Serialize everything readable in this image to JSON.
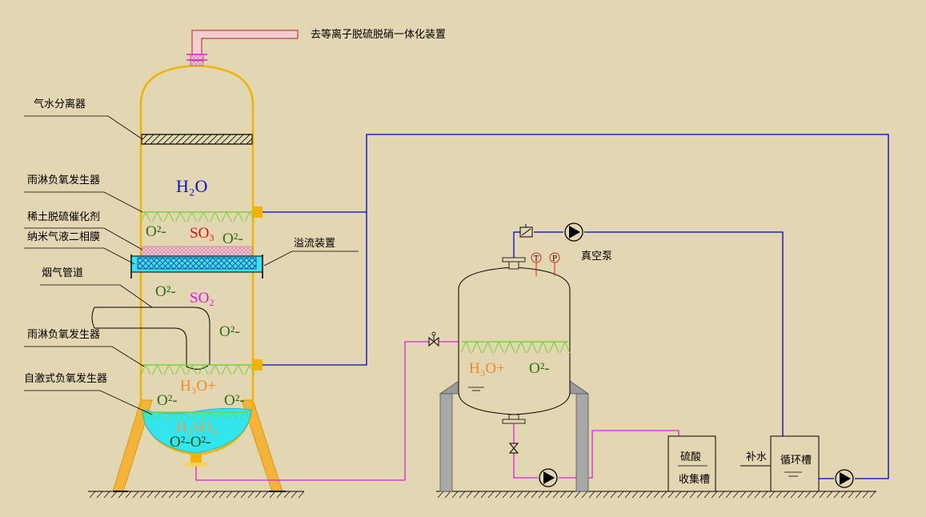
{
  "labels": {
    "outlet": "去等离子脱硫脱硝一体化装置",
    "separator": "气水分离器",
    "spray_upper": "雨淋负氧发生器",
    "catalyst": "稀土脱硫催化剂",
    "membrane": "纳米气液二相膜",
    "overflow": "溢流装置",
    "flue": "烟气管道",
    "spray_lower": "雨淋负氧发生器",
    "self_excited": "自激式负氧发生器",
    "vacuum_pump": "真空泵",
    "sulfuric_top": "硫酸",
    "sulfuric_bottom": "收集槽",
    "makeup": "补水",
    "circulation": "循环槽"
  },
  "chem": {
    "h2o": "H₂O",
    "o2": "O²-",
    "so3": "SO₃",
    "so2": "SO₂",
    "h3o": "H₃O+",
    "h2so4": "H₂SO₄",
    "o2_pair": "O²-O²-"
  },
  "gauges": {
    "t": "T",
    "p": "P"
  },
  "colors": {
    "background": "#e3d6b2",
    "vessel": "#f0b400",
    "blue_pipe": "#0000c8",
    "magenta_pipe": "#e020e0",
    "spray_green": "#7ad23c",
    "liquid": "#33e6ee",
    "o2": "#2e6e12",
    "so3": "#e01010",
    "so2": "#e010e0",
    "h3o": "#f08a1e",
    "h2o": "#1010c8"
  }
}
